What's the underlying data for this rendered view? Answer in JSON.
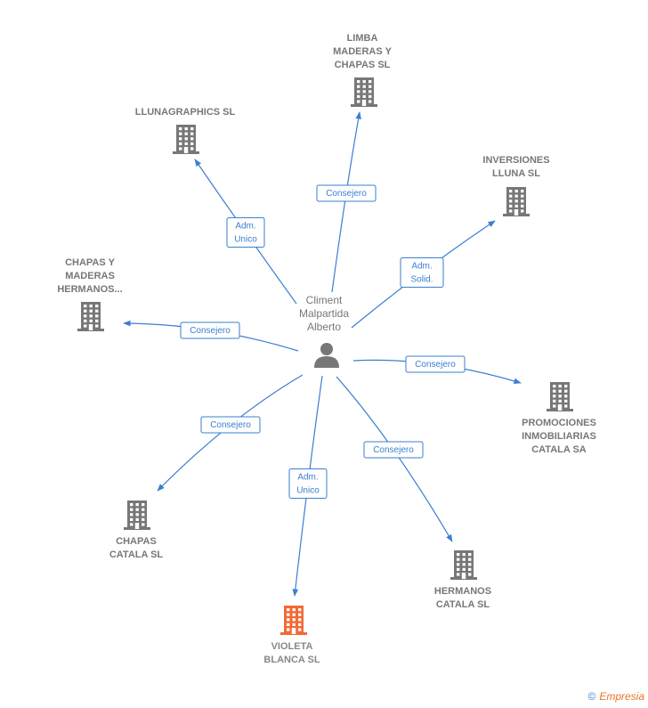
{
  "center": {
    "lines": [
      "Climent",
      "Malpartida",
      "Alberto"
    ]
  },
  "nodes": [
    {
      "id": "limba",
      "lines": [
        "LIMBA",
        "MADERAS Y",
        "CHAPAS SL"
      ],
      "highlight": false
    },
    {
      "id": "llunagraphics",
      "lines": [
        "LLUNAGRAPHICS SL"
      ],
      "highlight": false
    },
    {
      "id": "inversiones",
      "lines": [
        "INVERSIONES",
        "LLUNA  SL"
      ],
      "highlight": false
    },
    {
      "id": "chapas-hermanos",
      "lines": [
        "CHAPAS Y",
        "MADERAS",
        "HERMANOS..."
      ],
      "highlight": false
    },
    {
      "id": "promociones",
      "lines": [
        "PROMOCIONES",
        "INMOBILIARIAS",
        "CATALA SA"
      ],
      "highlight": false
    },
    {
      "id": "chapas-catala",
      "lines": [
        "CHAPAS",
        "CATALA  SL"
      ],
      "highlight": false
    },
    {
      "id": "hermanos-catala",
      "lines": [
        "HERMANOS",
        "CATALA  SL"
      ],
      "highlight": false
    },
    {
      "id": "violeta",
      "lines": [
        "VIOLETA",
        "BLANCA  SL"
      ],
      "highlight": true
    }
  ],
  "edges": [
    {
      "to": "limba",
      "lines": [
        "Consejero"
      ]
    },
    {
      "to": "llunagraphics",
      "lines": [
        "Adm.",
        "Unico"
      ]
    },
    {
      "to": "inversiones",
      "lines": [
        "Adm.",
        "Solid."
      ]
    },
    {
      "to": "chapas-hermanos",
      "lines": [
        "Consejero"
      ]
    },
    {
      "to": "promociones",
      "lines": [
        "Consejero"
      ]
    },
    {
      "to": "chapas-catala",
      "lines": [
        "Consejero"
      ]
    },
    {
      "to": "hermanos-catala",
      "lines": [
        "Consejero"
      ]
    },
    {
      "to": "violeta",
      "lines": [
        "Adm.",
        "Unico"
      ]
    }
  ],
  "colors": {
    "edge": "#3a7fd0",
    "building": "#777777",
    "highlight": "#f26a35",
    "person": "#777777"
  },
  "icons": {
    "company": "building-icon",
    "person": "person-icon"
  },
  "footer": {
    "copyright": "©",
    "brand": "Empresia"
  }
}
